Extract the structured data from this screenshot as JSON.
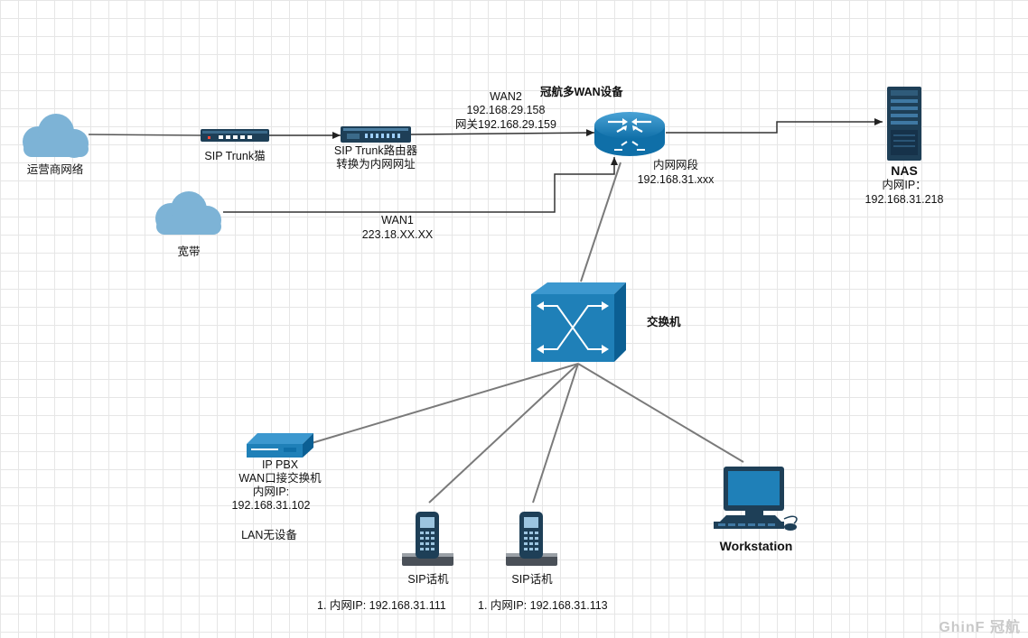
{
  "nodes": {
    "carrier_network": "运营商网络",
    "sip_trunk_modem": "SIP Trunk猫",
    "sip_trunk_router": [
      "SIP Trunk路由器",
      "转换为内网网址"
    ],
    "wan2": [
      "WAN2",
      "192.168.29.158",
      "网关192.168.29.159"
    ],
    "multi_wan_device": "冠航多WAN设备",
    "lan_segment": [
      "内网网段",
      "192.168.31.xxx"
    ],
    "nas": "NAS",
    "nas_ip": [
      "内网IP：",
      "192.168.31.218"
    ],
    "broadband": "宽带",
    "wan1": [
      "WAN1",
      "223.18.XX.XX"
    ],
    "switch": "交换机",
    "ip_pbx": [
      "IP PBX",
      "WAN口接交换机",
      "内网IP:",
      "192.168.31.102"
    ],
    "pbx_lan": "LAN无设备",
    "sip_phone_1": "SIP话机",
    "sip_phone_2": "SIP话机",
    "phone_1_ip": "1.  内网IP: 192.168.31.111",
    "phone_2_ip": "1.  内网IP: 192.168.31.113",
    "workstation": "Workstation"
  },
  "watermark": "GhinF 冠航",
  "colors": {
    "device_blue": "#1f80b8",
    "cloud_blue": "#7db3d6",
    "line_dark": "#333333",
    "line_gray": "#7a7a7a"
  }
}
